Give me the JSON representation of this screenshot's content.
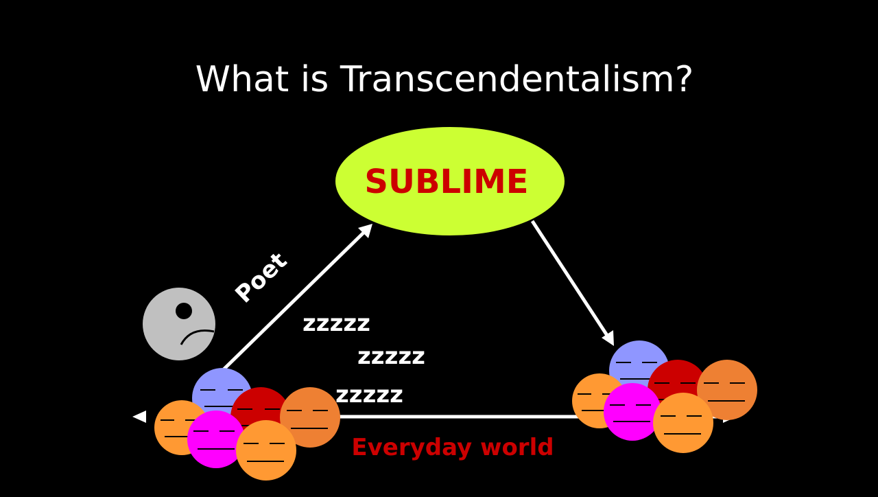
{
  "title": "What is Transcendentalism?",
  "sublime_label": "SUBLIME",
  "poet_label": "Poet",
  "everyday_label": "Everyday world",
  "snore_lines": [
    "zzzzz",
    "zzzzz",
    "zzzzz"
  ],
  "colors": {
    "background": "#000000",
    "text": "#ffffff",
    "sublime_fill": "#ccff33",
    "accent_red": "#cc0000",
    "poet_face": "#c0c0c0",
    "face_blue": "#8f96ff",
    "face_orange": "#ff9933",
    "face_dark_orange": "#ee8033",
    "face_red": "#cc0000",
    "face_magenta": "#ff00ff"
  }
}
